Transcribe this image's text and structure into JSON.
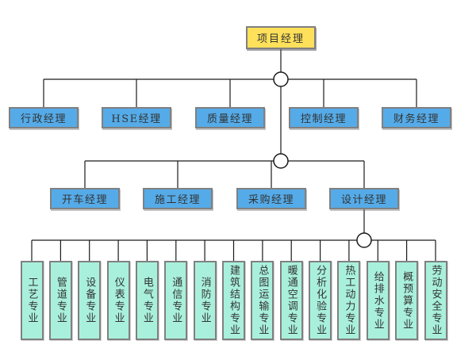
{
  "diagram": {
    "root_label": "项目经理",
    "level2": {
      "items": [
        "行政经理",
        "HSE经理",
        "质量经理",
        "控制经理",
        "财务经理"
      ]
    },
    "level3": {
      "items": [
        "开车经理",
        "施工经理",
        "采购经理",
        "设计经理"
      ]
    },
    "specialties": {
      "items": [
        "工艺专业",
        "管道专业",
        "设备专业",
        "仪表专业",
        "电气专业",
        "通信专业",
        "消防专业",
        "建筑结构专业",
        "总图运输专业",
        "暖通空调专业",
        "分析化验专业",
        "热工动力专业",
        "给排水专业",
        "概预算专业",
        "劳动安全专业"
      ]
    },
    "colors": {
      "root_fill": "#FFE05A",
      "manager_fill": "#55ABE8",
      "specialty_fill": "#A9F0DC",
      "box_border": "#808080",
      "line": "#1A1A1A",
      "text": "#333333",
      "background": "#FFFFFF"
    }
  }
}
